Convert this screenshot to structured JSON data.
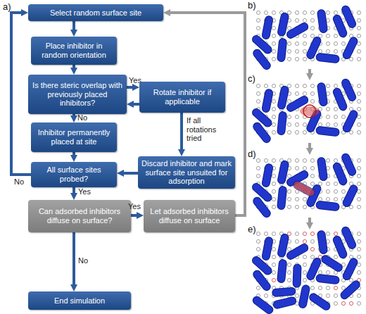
{
  "diagram": {
    "nodes": [
      {
        "text": [
          "Select random surface site"
        ]
      },
      {
        "text": [
          "Place inhibitor in random orientation"
        ]
      },
      {
        "text": [
          "Is there steric overlap with previously placed inhibitors?"
        ]
      },
      {
        "text": [
          "Rotate inhibitor if applicable"
        ]
      },
      {
        "text": [
          "Inhibitor permanently placed at site"
        ]
      },
      {
        "text": [
          "All surface sites probed?"
        ]
      },
      {
        "text": [
          "Discard inhibitor and mark surface site unsuited for adsorption"
        ]
      },
      {
        "text": [
          "Can adsorbed inhibitors diffuse on surface?"
        ]
      },
      {
        "text": [
          "Let adsorbed inhibitors diffuse on surface"
        ]
      },
      {
        "text": [
          "End simulation"
        ]
      }
    ],
    "edges": [
      {
        "from": 0,
        "to": 1,
        "arrow": "to"
      },
      {
        "from": 1,
        "to": 2,
        "arrow": "to"
      },
      {
        "from": 2,
        "to": 3,
        "label": "Yes",
        "arrow": "to"
      },
      {
        "from": 3,
        "to": 2,
        "arrow": "to"
      },
      {
        "from": 2,
        "to": 4,
        "label": "No",
        "arrow": "to"
      },
      {
        "from": 4,
        "to": 5,
        "arrow": "to"
      },
      {
        "from": 3,
        "to": 6,
        "label": "If all rotations tried",
        "arrow": "to"
      },
      {
        "from": 6,
        "to": 5,
        "arrow": "to"
      },
      {
        "from": 5,
        "to": 0,
        "label": "No",
        "arrow": "to"
      },
      {
        "from": 5,
        "to": 7,
        "label": "Yes",
        "arrow": "to"
      },
      {
        "from": 7,
        "to": 8,
        "label": "Yes",
        "arrow": "to"
      },
      {
        "from": 8,
        "to": 0,
        "arrow": "to"
      },
      {
        "from": 7,
        "to": 9,
        "label": "No",
        "arrow": "to"
      }
    ],
    "labels": [
      "a)",
      "b)",
      "c)",
      "d)",
      "e)"
    ]
  }
}
